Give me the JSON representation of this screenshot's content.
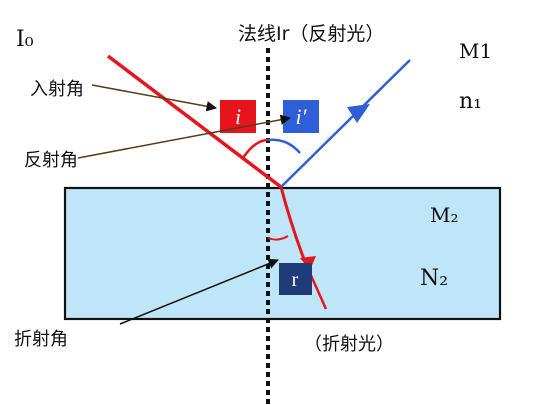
{
  "labels": {
    "incident_ray": "I₀",
    "normal_line": "法线Ir（反射光）",
    "medium1": "M1",
    "n1": "n₁",
    "incidence_angle": "入射角",
    "reflection_angle": "反射角",
    "medium2": "M₂",
    "n2": "N₂",
    "refraction_angle": "折射角",
    "refracted_light": "（折射光）",
    "box_i": "i",
    "box_i_prime": "i′",
    "box_r": "r"
  },
  "colors": {
    "incident": "#e8141c",
    "reflected": "#2f5fd6",
    "medium": "#bfe6f8",
    "box_i": "#e8141c",
    "box_i_prime": "#2f5fd6",
    "box_r": "#1f3b78",
    "pointer": "#5a3a1a"
  }
}
